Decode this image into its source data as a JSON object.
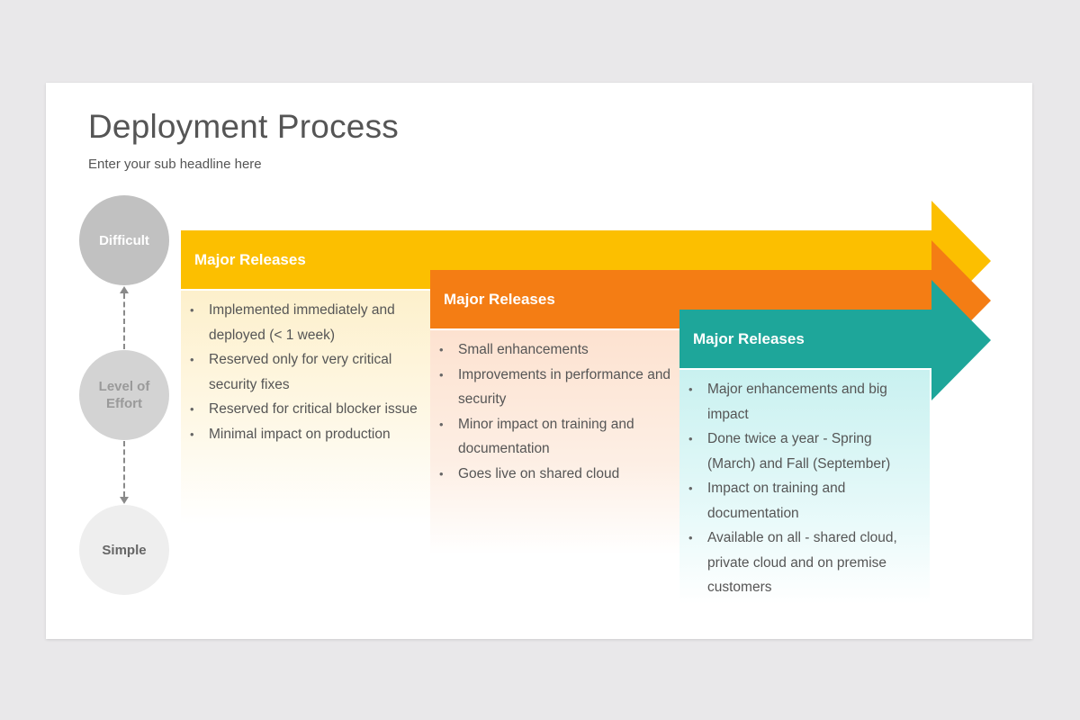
{
  "title": "Deployment Process",
  "subtitle": "Enter your sub headline here",
  "effort_scale": {
    "top": "Difficult",
    "middle": "Level of Effort",
    "bottom": "Simple"
  },
  "colors": {
    "yellow": "#fcbf00",
    "orange": "#f47d14",
    "teal": "#1ea69a"
  },
  "releases": [
    {
      "label": "Major Releases",
      "items": [
        "Implemented immediately and deployed (< 1 week)",
        "Reserved only for very critical security fixes",
        "Reserved for critical blocker issue",
        "Minimal impact on production"
      ]
    },
    {
      "label": "Major Releases",
      "items": [
        "Small enhancements",
        "Improvements in performance and security",
        "Minor impact on training and documentation",
        "Goes live on shared cloud"
      ]
    },
    {
      "label": "Major Releases",
      "items": [
        "Major enhancements and big impact",
        "Done twice a year - Spring (March) and Fall (September)",
        "Impact on training and documentation",
        "Available on all - shared cloud, private cloud and on premise customers"
      ]
    }
  ]
}
